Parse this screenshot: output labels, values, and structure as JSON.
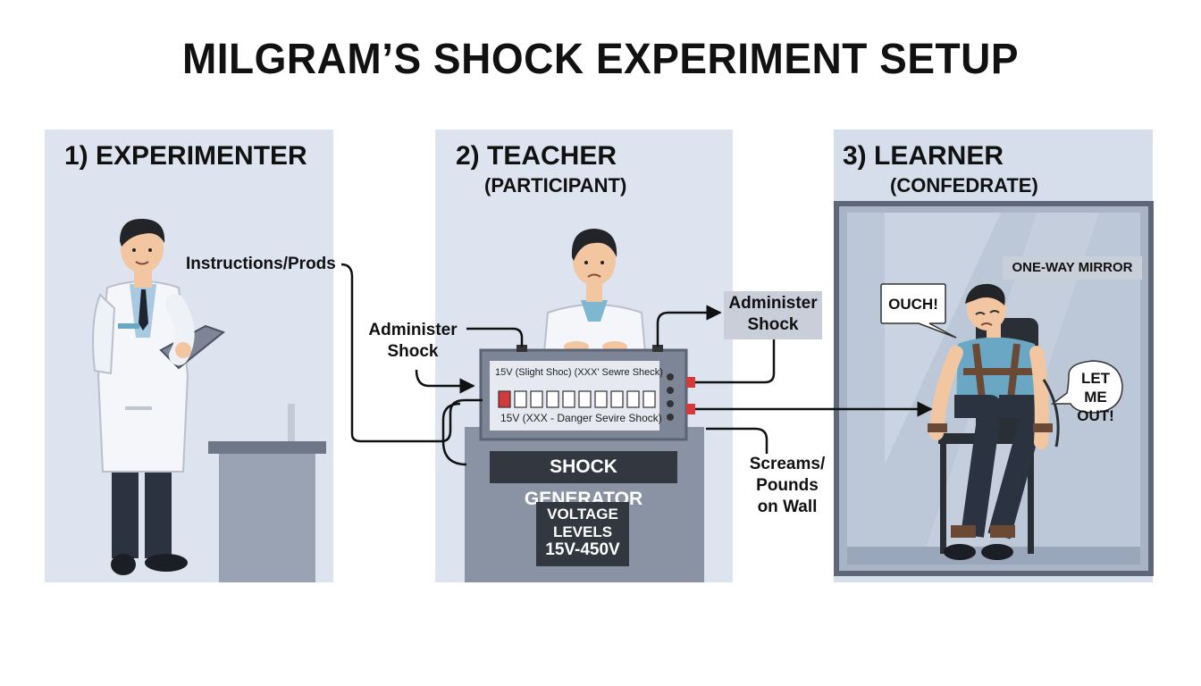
{
  "title": "MILGRAM’S SHOCK EXPERIMENT SETUP",
  "panels": {
    "experimenter": {
      "heading": "1) EXPERIMENTER"
    },
    "teacher": {
      "heading": "2) TEACHER",
      "subheading": "(PARTICIPANT)"
    },
    "learner": {
      "heading": "3) LEARNER",
      "subheading": "(CONFEDRATE)"
    }
  },
  "labels": {
    "instructions": "Instructions/Prods",
    "administer_left_1": "Administer",
    "administer_left_2": "Shock",
    "administer_right_1": "Administer",
    "administer_right_2": "Shock",
    "screams_1": "Screams/",
    "screams_2": "Pounds",
    "screams_3": "on Wall",
    "one_way_mirror": "ONE-WAY MIRROR"
  },
  "generator": {
    "top_scale": "15V (Slight Shoc) (XXX' Sewre Sheck)",
    "bottom_scale": "15V (XXX - Danger Sevire Shock)",
    "name": "SHOCK GENERATOR",
    "voltage_1": "VOLTAGE",
    "voltage_2": "LEVELS",
    "voltage_3": "15V-450V"
  },
  "bubbles": {
    "ouch": "OUCH!",
    "let_me_1": "LET ME",
    "let_me_2": "OUT!"
  },
  "colors": {
    "panel_bg": "#dde3ef",
    "lab_coat": "#f4f6f9",
    "shirt_blue": "#6aa7c4",
    "hair": "#222428",
    "generator": "#8a93a4",
    "strap": "#6b4a35",
    "switch_red": "#d33a3a"
  }
}
